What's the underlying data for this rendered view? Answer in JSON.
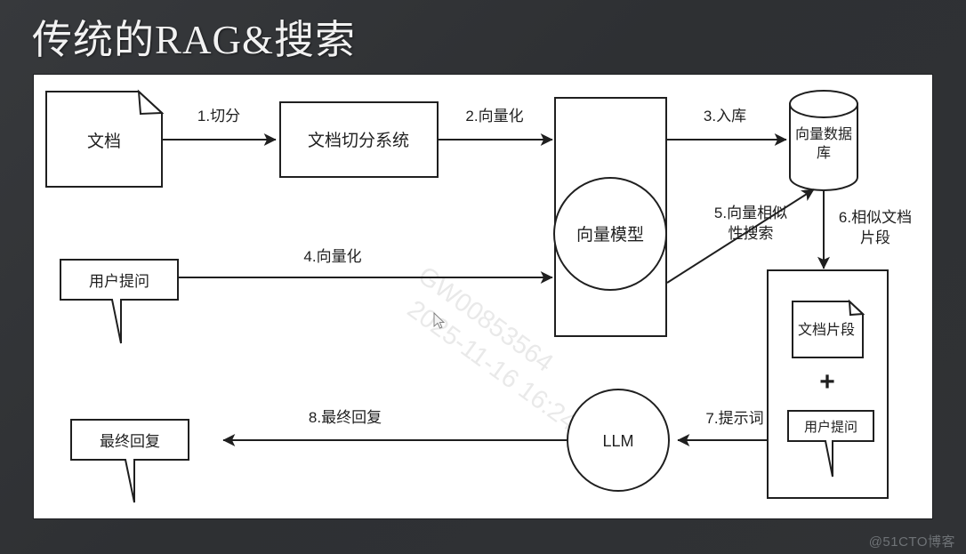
{
  "slide": {
    "title": "传统的RAG&搜索",
    "background_color": "#2e3033",
    "canvas_color": "#ffffff",
    "stroke_color": "#1f1f1f"
  },
  "watermarks": {
    "corner": "@51CTO博客",
    "diagonal_id": "GW00853564",
    "diagonal_time": "2025-11-16 16:24"
  },
  "diagram": {
    "type": "flowchart",
    "nodes": [
      {
        "id": "doc",
        "shape": "document",
        "label": "文档"
      },
      {
        "id": "splitter",
        "shape": "rectangle",
        "label": "文档切分系统"
      },
      {
        "id": "embedbox",
        "shape": "rectangle",
        "label": ""
      },
      {
        "id": "embedmodel",
        "shape": "circle",
        "label": "向量模型"
      },
      {
        "id": "vectordb",
        "shape": "cylinder",
        "label": "向量数据库"
      },
      {
        "id": "question",
        "shape": "speech-bubble",
        "label": "用户提问"
      },
      {
        "id": "promptbox",
        "shape": "rectangle",
        "label": ""
      },
      {
        "id": "fragment",
        "shape": "document",
        "label": "文档片段"
      },
      {
        "id": "plus",
        "shape": "plus-sign",
        "label": "+"
      },
      {
        "id": "question2",
        "shape": "speech-bubble",
        "label": "用户提问"
      },
      {
        "id": "llm",
        "shape": "circle",
        "label": "LLM"
      },
      {
        "id": "answer",
        "shape": "speech-bubble",
        "label": "最终回复"
      }
    ],
    "edges": [
      {
        "id": "e1",
        "label": "1.切分",
        "from": "doc",
        "to": "splitter"
      },
      {
        "id": "e2",
        "label": "2.向量化",
        "from": "splitter",
        "to": "embedbox"
      },
      {
        "id": "e3",
        "label": "3.入库",
        "from": "embedbox",
        "to": "vectordb"
      },
      {
        "id": "e4",
        "label": "4.向量化",
        "from": "question",
        "to": "embedbox"
      },
      {
        "id": "e5",
        "label": "5.向量相似\n性搜索",
        "from": "embedbox",
        "to": "vectordb",
        "label_line1": "5.向量相似",
        "label_line2": "性搜索"
      },
      {
        "id": "e6",
        "label": "6.相似文档\n片段",
        "from": "vectordb",
        "to": "promptbox",
        "label_line1": "6.相似文档",
        "label_line2": "片段"
      },
      {
        "id": "e7",
        "label": "7.提示词",
        "from": "promptbox",
        "to": "llm"
      },
      {
        "id": "e8",
        "label": "8.最终回复",
        "from": "llm",
        "to": "answer"
      }
    ]
  }
}
